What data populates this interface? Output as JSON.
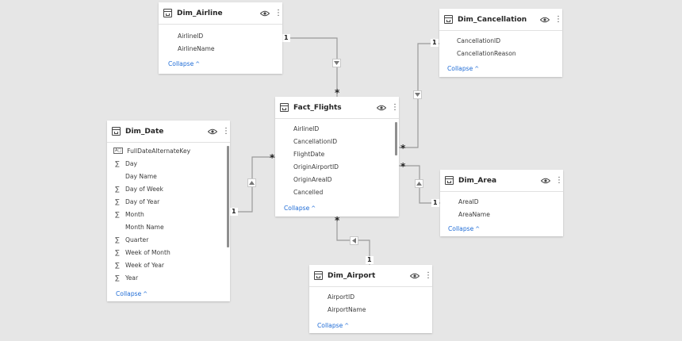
{
  "tables": {
    "airline": {
      "title": "Dim_Airline",
      "fields": [
        {
          "icon": "none",
          "name": "AirlineID"
        },
        {
          "icon": "none",
          "name": "AirlineName"
        }
      ],
      "collapse_label": "Collapse"
    },
    "cancellation": {
      "title": "Dim_Cancellation",
      "fields": [
        {
          "icon": "none",
          "name": "CancellationID"
        },
        {
          "icon": "none",
          "name": "CancellationReason"
        }
      ],
      "collapse_label": "Collapse"
    },
    "fact": {
      "title": "Fact_Flights",
      "fields": [
        {
          "icon": "none",
          "name": "AirlineID"
        },
        {
          "icon": "none",
          "name": "CancellationID"
        },
        {
          "icon": "none",
          "name": "FlightDate"
        },
        {
          "icon": "none",
          "name": "OriginAirportID"
        },
        {
          "icon": "none",
          "name": "OriginAreaID"
        },
        {
          "icon": "none",
          "name": "Cancelled"
        }
      ],
      "collapse_label": "Collapse"
    },
    "date": {
      "title": "Dim_Date",
      "fields": [
        {
          "icon": "abc",
          "name": "FullDateAlternateKey"
        },
        {
          "icon": "sigma",
          "name": "Day"
        },
        {
          "icon": "none",
          "name": "Day Name"
        },
        {
          "icon": "sigma",
          "name": "Day of Week"
        },
        {
          "icon": "sigma",
          "name": "Day of Year"
        },
        {
          "icon": "sigma",
          "name": "Month"
        },
        {
          "icon": "none",
          "name": "Month Name"
        },
        {
          "icon": "sigma",
          "name": "Quarter"
        },
        {
          "icon": "sigma",
          "name": "Week of Month"
        },
        {
          "icon": "sigma",
          "name": "Week of Year"
        },
        {
          "icon": "sigma",
          "name": "Year"
        }
      ],
      "collapse_label": "Collapse"
    },
    "area": {
      "title": "Dim_Area",
      "fields": [
        {
          "icon": "none",
          "name": "AreaID"
        },
        {
          "icon": "none",
          "name": "AreaName"
        }
      ],
      "collapse_label": "Collapse"
    },
    "airport": {
      "title": "Dim_Airport",
      "fields": [
        {
          "icon": "none",
          "name": "AirportID"
        },
        {
          "icon": "none",
          "name": "AirportName"
        }
      ],
      "collapse_label": "Collapse"
    }
  },
  "relationships": {
    "one": "1",
    "many": "*"
  },
  "icons": {
    "table": "table-icon",
    "visibility": "eye-icon",
    "more": "more-options-icon",
    "measure": "sigma-icon",
    "text": "abc-icon",
    "filter": "filter-direction-arrow-icon"
  },
  "colors": {
    "canvas": "#e6e6e6",
    "card": "#ffffff",
    "link": "#1e6bd6",
    "line": "#9a9a9a"
  }
}
